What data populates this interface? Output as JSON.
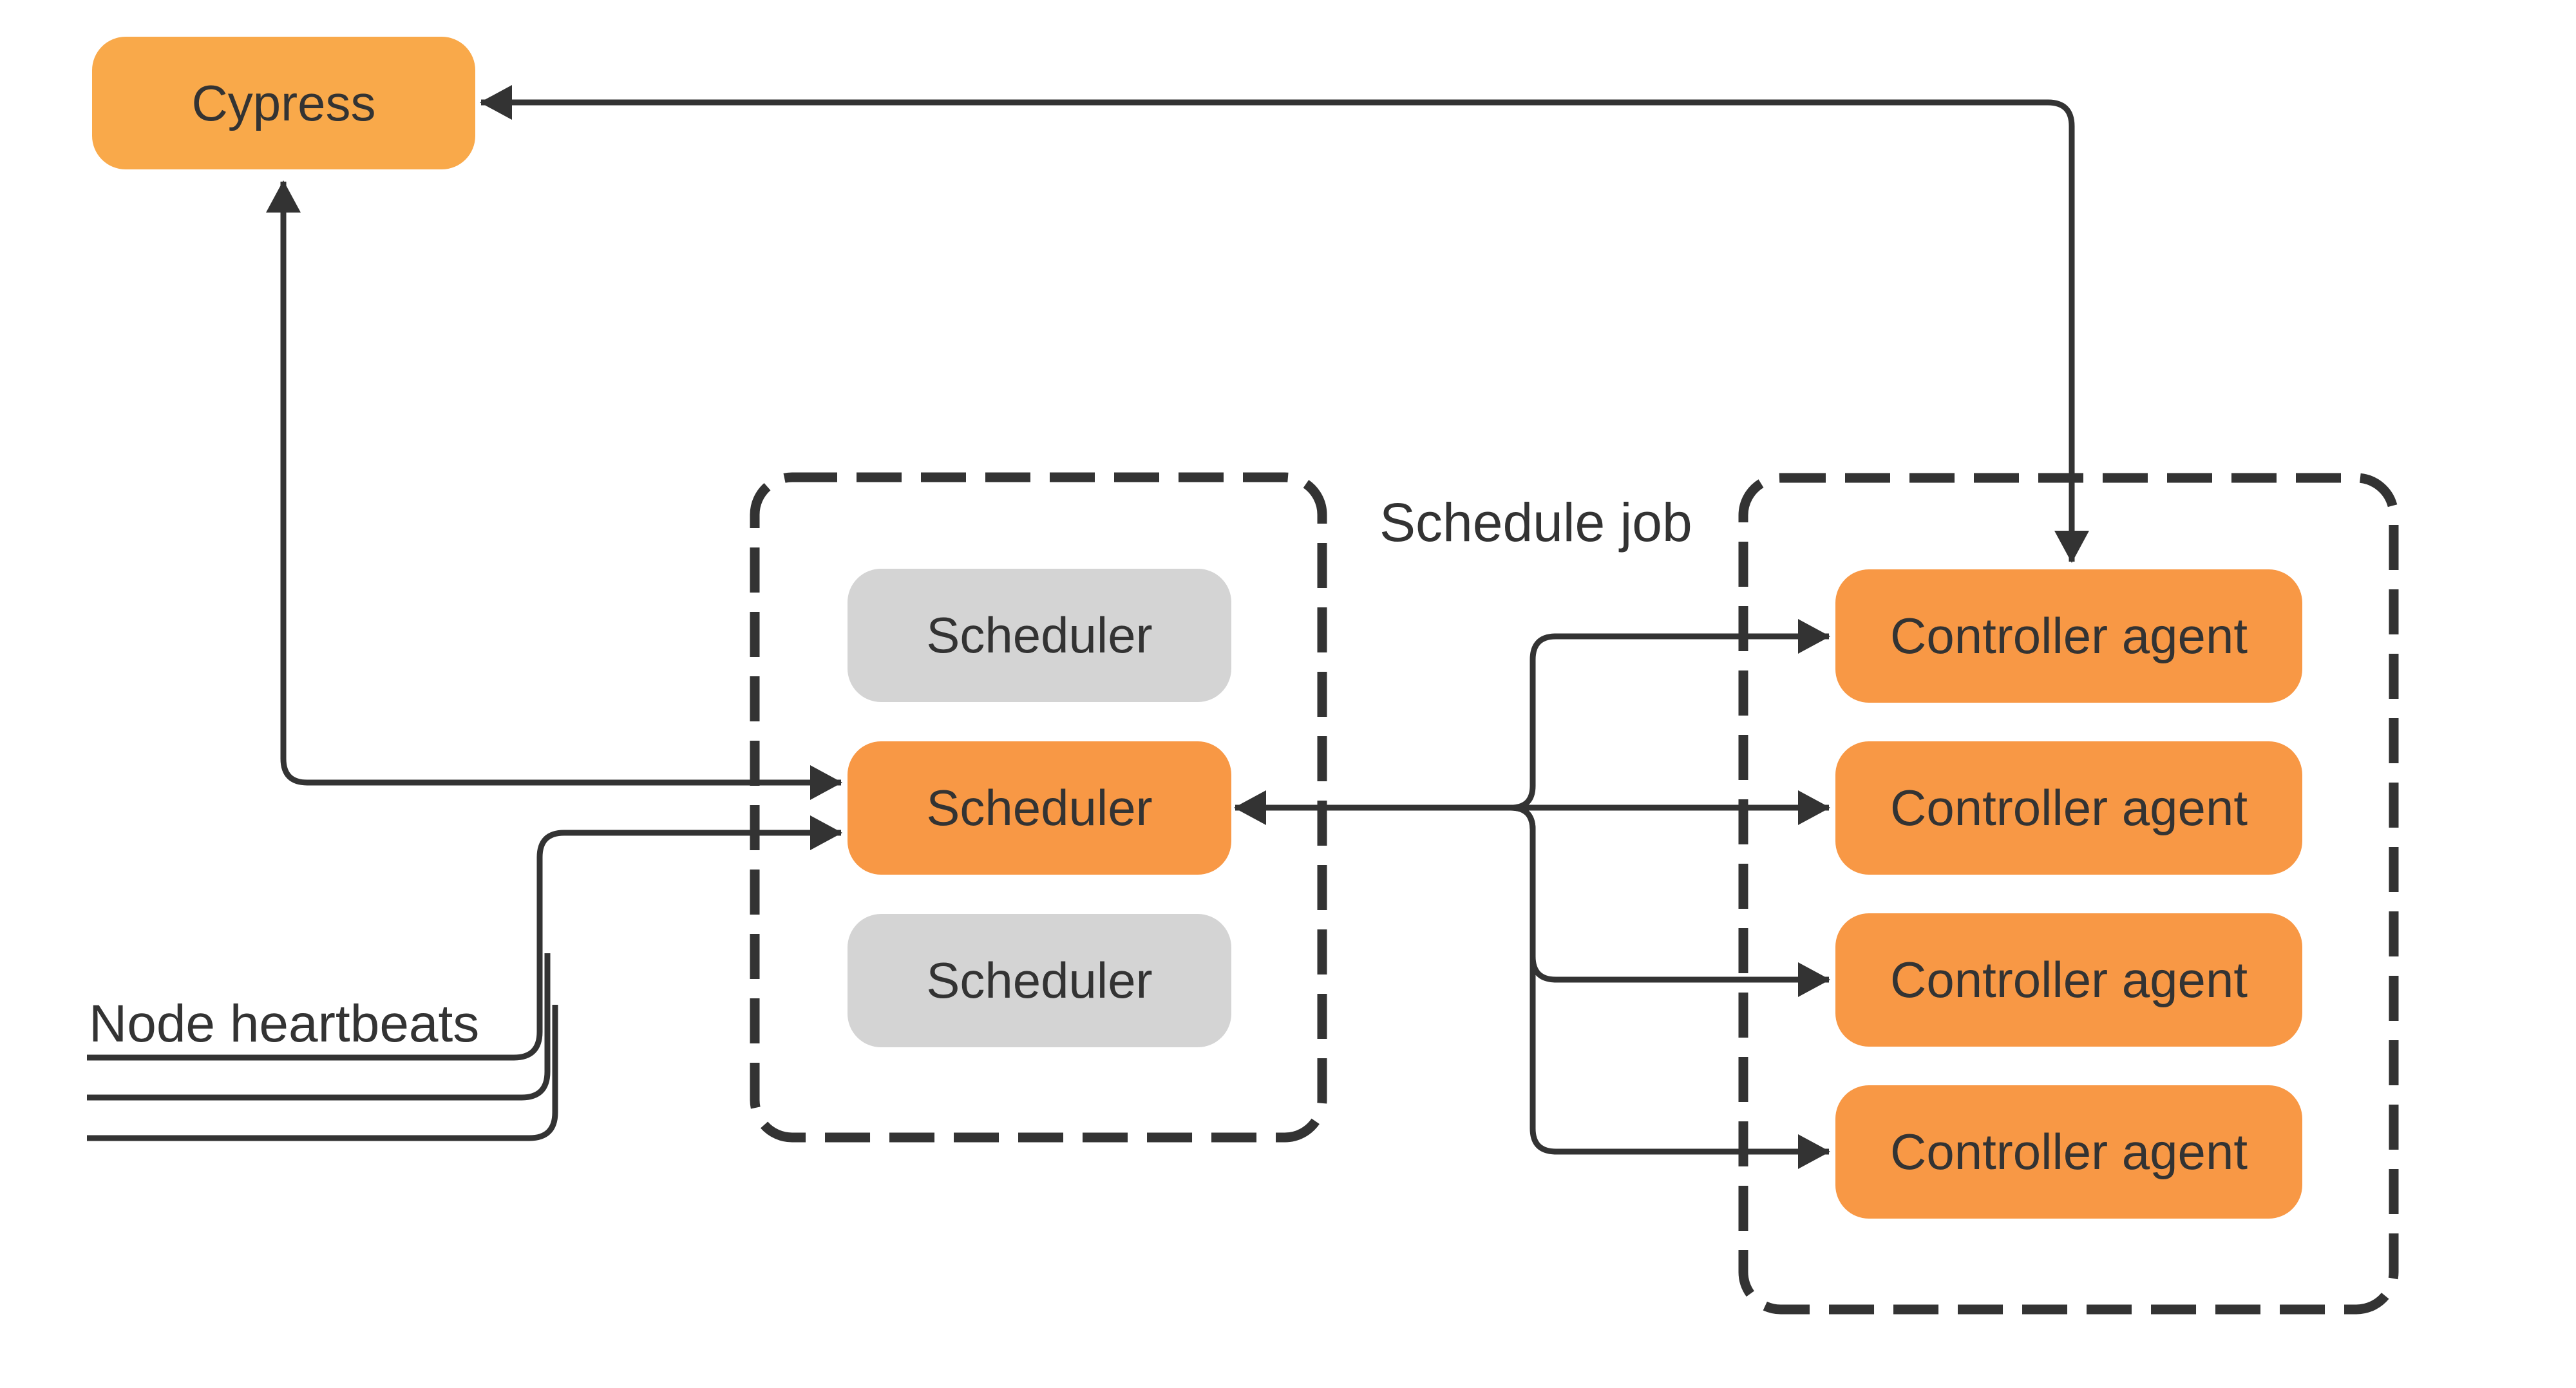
{
  "colors": {
    "background": "#ffffff",
    "cypress_orange": "#F9A94A",
    "box_orange": "#F89845",
    "inactive_gray": "#D4D4D4",
    "line": "#333333",
    "text": "#333333"
  },
  "cypress": {
    "label": "Cypress"
  },
  "scheduler_group": {
    "items": [
      {
        "label": "Scheduler",
        "state": "standby"
      },
      {
        "label": "Scheduler",
        "state": "active"
      },
      {
        "label": "Scheduler",
        "state": "standby"
      }
    ]
  },
  "agent_group": {
    "items": [
      {
        "label": "Controller agent"
      },
      {
        "label": "Controller agent"
      },
      {
        "label": "Controller agent"
      },
      {
        "label": "Controller agent"
      }
    ]
  },
  "annotations": {
    "schedule_job": "Schedule job",
    "node_heartbeats": "Node heartbeats"
  },
  "edges": [
    {
      "from": "active-scheduler",
      "to": "cypress",
      "bidirectional": true
    },
    {
      "from": "top-controller-agent",
      "to": "cypress",
      "bidirectional": true
    },
    {
      "from": "active-scheduler",
      "to": "controller-agents",
      "bidirectional": true,
      "label": "Schedule job"
    },
    {
      "from": "node-heartbeats",
      "to": "active-scheduler",
      "bidirectional": false
    }
  ]
}
